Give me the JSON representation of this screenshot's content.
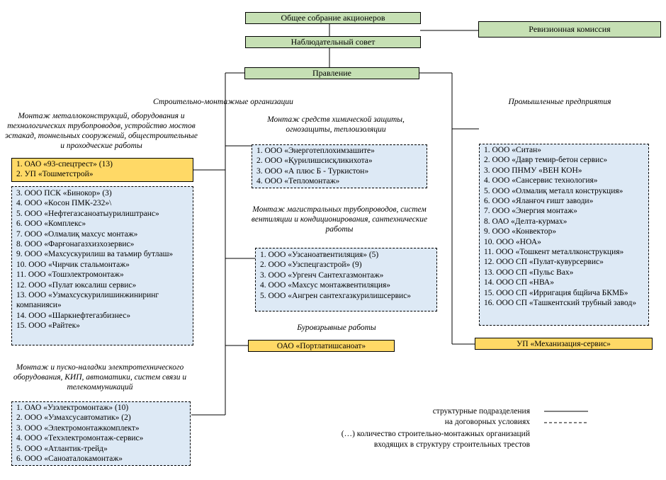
{
  "top": {
    "shareholders": "Общее собрание акционеров",
    "audit": "Ревизионная комиссия",
    "board": "Наблюдательный совет",
    "management": "Правление"
  },
  "sections": {
    "construction": "Строительно-монтажные организации",
    "industrial": "Промышленные предприятия"
  },
  "metal": {
    "caption": "Монтаж металлоконструкций, оборудования и технологических трубопроводов, устройство мостов эстакад, тоннельных сооружений, общестроительные и проходческие работы",
    "contract_items": [
      "1.  ОАО «93-спецтрест» (13)",
      "2.  УП «Тошметстрой»"
    ],
    "items": [
      "3.  ООО ПСК «Бинокор» (3)",
      "4.  ООО «Косон ПМК-232»\\",
      "5.  ООО «Нефтегазсаноатыурилиштранс»",
      "6.  ООО «Комплекс»",
      "7.  ООО «Олмалиқ махсус монтаж»",
      "8.  ООО «Фарғонагазхизхозервис»",
      "9.  ООО «Махсускурилиш ва таъмир бутлаш»",
      "10. ООО «Чирчик стальмонтаж»",
      "11. ООО «Тошэлектромонтаж»",
      "12. ООО «Пулат юксалиш сервис»",
      "13. ООО «Узмахсускурилишинжиниринг компанияси»",
      "14. ООО «Шаркнефтегазбизнес»",
      "15. ООО «Райтек»"
    ]
  },
  "chemical": {
    "caption": "Монтаж средств химической защиты, огнозащиты, теплоизоляции",
    "items": [
      "1.  ООО «Энерготеплохимзашите»",
      "2.  ООО «Қурилишсисқликихота»",
      "3.  ООО «А плюс Б - Туркистон»",
      "4.  ООО «Тепломонтаж»"
    ]
  },
  "pipeline": {
    "caption": "Монтаж магистральных трубопроводов, систем вентиляции и кондиционирования, сантехнические работы",
    "items": [
      "1.  ООО «Узсаноатвентиляция» (5)",
      "2.  ООО «Узспецгазстрой» (9)",
      "3.  ООО «Ургенч Сантехгазмонтаж»",
      "4.  ООО «Махсус монтажвентиляция»",
      "5.  ООО «Ангрен сантехгазкурилишсервис»"
    ]
  },
  "drilling": {
    "caption": "Буровзрывные работы",
    "org": "ОАО «Портлатишсаноат»"
  },
  "electro": {
    "caption": "Монтаж и пуско-наладки электротехнического оборудования, КИП, автоматики, систем связи и телекоммуникаций",
    "items": [
      "1.  ОАО «Узэлектромонтаж» (10)",
      "2.  ООО «Узмахсусавтоматик» (2)",
      "3.  ООО «Электромонтажкомплект»",
      "4.  ООО «Техэлектромонтаж-сервис»",
      "5.  ООО «Атлантик-трейд»",
      "6.  ООО «Саноаталокамонтаж»"
    ]
  },
  "industry": {
    "items": [
      "1.  ООО «Ситан»",
      "2.  ООО «Давр темир-бетон сервис»",
      "3.  ООО ПНМУ «ВЕН КОН»",
      "4.  ООО «Сансервис технология»",
      "5.  ООО «Олмалиқ металл конструкция»",
      "6.  ООО «Яланғоч ғишт заводи»",
      "7.  ООО «Энергия монтаж»",
      "8.  ОАО «Делта-курмах»",
      "9.  ООО «Конвектор»",
      "10. ООО «НОА»",
      "11. ООО «Тошкент металлконструкция»",
      "12. ООО СП «Пулат-кувурсервис»",
      "13. ООО СП «Пульс Вах»",
      "14. ООО СП «НВА»",
      "15. ООО СП «Ирригация бщйича БКМБ»",
      "16. ООО СП «Ташкентский трубный завод»"
    ],
    "contract_org": "УП «Механизация-сервис»"
  },
  "legend": {
    "structural": "структурные подразделения",
    "contract": "на договорных условиях",
    "count_note_1": "(…) количество строительно-монтажных организаций",
    "count_note_2": "входящих в структуру строительных трестов"
  }
}
